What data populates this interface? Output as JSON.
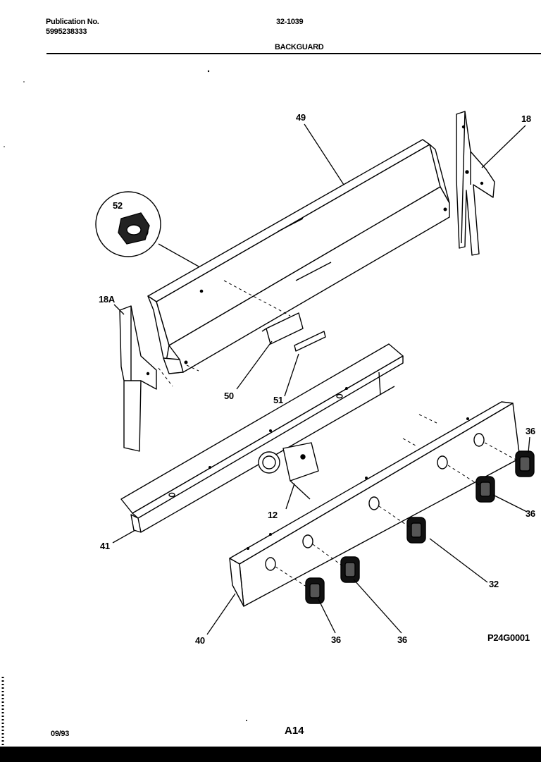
{
  "header": {
    "publication_label": "Publication No.",
    "publication_number": "5995238333",
    "model": "32-1039",
    "section_title": "BACKGUARD"
  },
  "callouts": {
    "p49": "49",
    "p18": "18",
    "p52": "52",
    "p18a": "18A",
    "p50": "50",
    "p51": "51",
    "p36_top": "36",
    "p36_right": "36",
    "p12": "12",
    "p41": "41",
    "p32": "32",
    "p40": "40",
    "p36_bottom_left": "36",
    "p36_bottom_mid": "36"
  },
  "figure_code": "P24G0001",
  "footer": {
    "date": "09/93",
    "page_number": "A14"
  }
}
